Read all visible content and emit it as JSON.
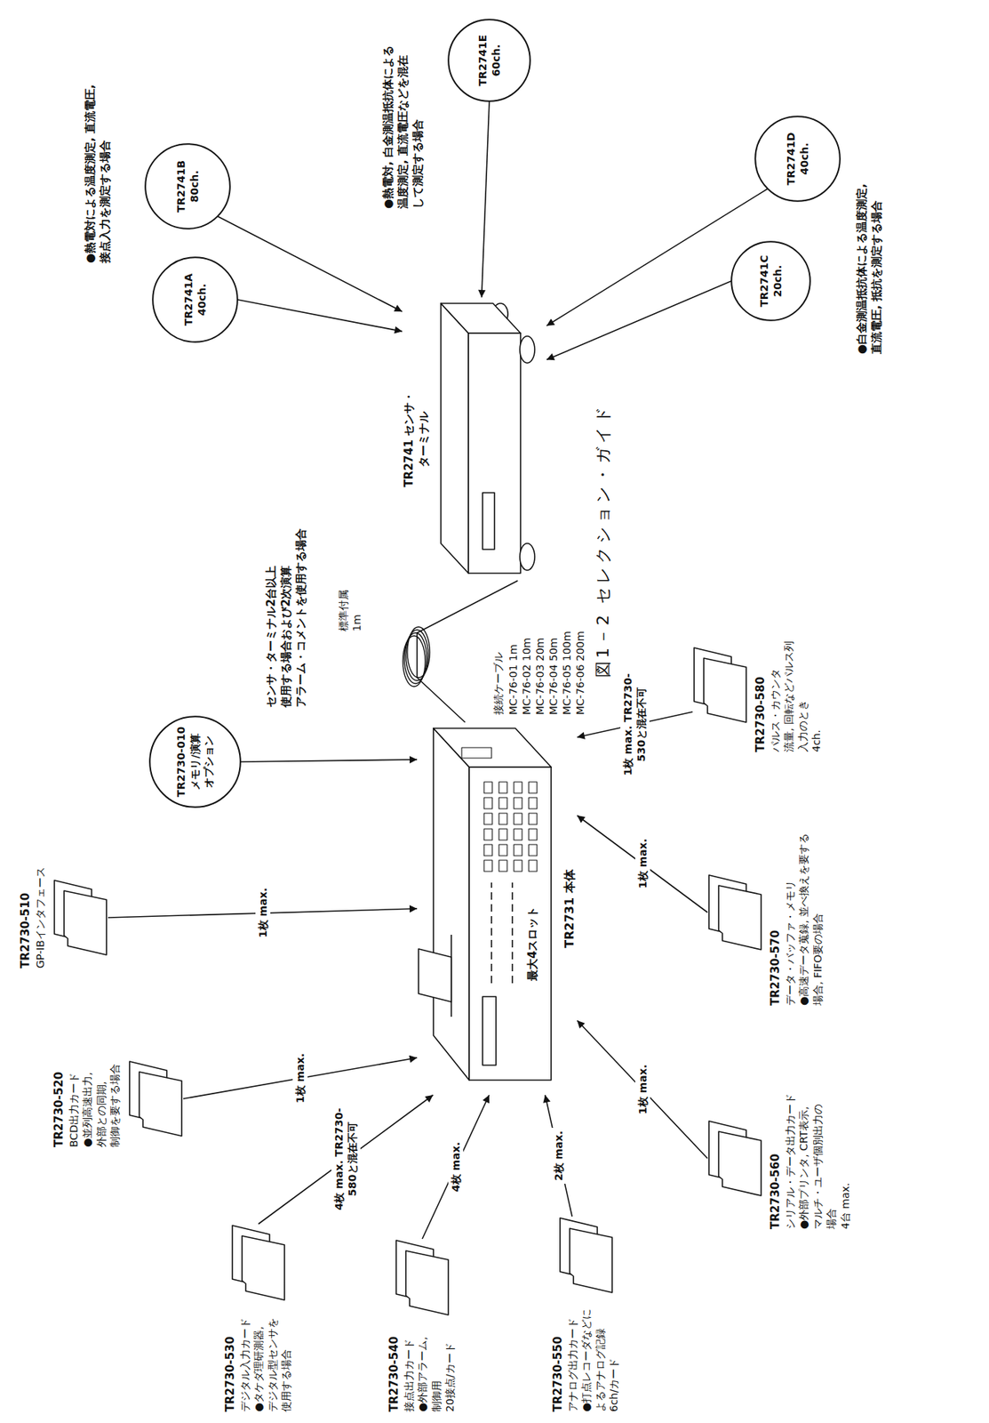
{
  "diagram": {
    "title": "図1－2 セレクション・ガイド",
    "nodes": [
      {
        "text": [
          "TR2741A",
          "40ch."
        ]
      },
      {
        "text": [
          "TR2741B",
          "80ch."
        ]
      },
      {
        "text": [
          "TR2741E",
          "60ch."
        ]
      },
      {
        "text": [
          "TR2741C",
          "20ch."
        ]
      },
      {
        "text": [
          "TR2741D",
          "40ch."
        ]
      },
      {
        "text": [
          "TR2741 センサ・ターミナル"
        ]
      },
      {
        "text": [
          "TR2730-010",
          "メモリ/演算 オプション"
        ]
      },
      {
        "text": [
          "最大4スロット",
          "TR2731 本体"
        ]
      },
      {
        "text": [
          "TR2730-510",
          "GP-IBインタフェース"
        ]
      },
      {
        "text": [
          "TR2730-520",
          "BCD出力カード",
          "●並列高速出力, 外部との同期, 制御を要する場合"
        ]
      },
      {
        "text": [
          "TR2730-530",
          "デジタル入力カード",
          "●タケダ理研測器, デジタル型センサを 使用する場合"
        ]
      },
      {
        "text": [
          "TR2730-540",
          "接点出力カード",
          "●外部アラーム, 制御用",
          "20接点/カード"
        ]
      },
      {
        "text": [
          "TR2730-550",
          "アナログ出力カード",
          "●打点レコーダなどに よるアナログ記録",
          "6ch/カード"
        ]
      },
      {
        "text": [
          "TR2730-560",
          "シリアル・データ出力カード",
          "●外部プリンタ, CRT表示, マルチ・ユーザ個別出力の 場合",
          "4台 max."
        ]
      },
      {
        "text": [
          "TR2730-570",
          "データ・バッファ・メモリ",
          "●高速データ蒐録, 並べ換えを要する 場合, FIFO要の場合"
        ]
      },
      {
        "text": [
          "TR2730-580",
          "パルス・カウンタ",
          "流量, 回転などパルス列 入力のとき",
          "4ch."
        ]
      }
    ],
    "edges": [
      {
        "from": 0,
        "to": 5,
        "arrow": "to"
      },
      {
        "from": 1,
        "to": 5,
        "arrow": "to"
      },
      {
        "from": 2,
        "to": 5,
        "arrow": "to"
      },
      {
        "from": 3,
        "to": 5,
        "arrow": "to"
      },
      {
        "from": 4,
        "to": 5,
        "arrow": "to"
      },
      {
        "from": 6,
        "to": 7,
        "arrow": "to"
      },
      {
        "from": 8,
        "to": 7,
        "arrow": "to",
        "label": "1枚 max."
      },
      {
        "from": 9,
        "to": 7,
        "arrow": "to",
        "label": "1枚 max."
      },
      {
        "from": 10,
        "to": 7,
        "arrow": "to",
        "label": "4枚 max. TR2730-580と混在不可"
      },
      {
        "from": 11,
        "to": 7,
        "arrow": "to",
        "label": "4枚 max."
      },
      {
        "from": 12,
        "to": 7,
        "arrow": "to",
        "label": "2枚 max."
      },
      {
        "from": 13,
        "to": 7,
        "arrow": "to",
        "label": "1枚 max."
      },
      {
        "from": 14,
        "to": 7,
        "arrow": "to",
        "label": "1枚 max."
      },
      {
        "from": 15,
        "to": 7,
        "arrow": "to",
        "label": "1枚 max. TR2730-530と混在不可"
      },
      {
        "from": 7,
        "to": 5,
        "arrow": "none"
      }
    ],
    "labels": [
      "●熱電対による温度測定, 直流電圧, 接点入力を測定する場合",
      "●熱電対, 白金測温抵抗体による 温度測定, 直流電圧などを混在 して測定する場合",
      "●白金測温抵抗体による温度測定, 直流電圧, 抵抗を測定する場合",
      "センサ・ターミナル2台以上 使用する場合および2次演算 アラーム・コメントを使用する場合",
      "標準付属 1m",
      "接続ケーブル",
      "MC-76-01 1m",
      "MC-76-02 10m",
      "MC-76-03 20m",
      "MC-76-04 50m",
      "MC-76-05 100m",
      "MC-76-06 200m"
    ]
  }
}
